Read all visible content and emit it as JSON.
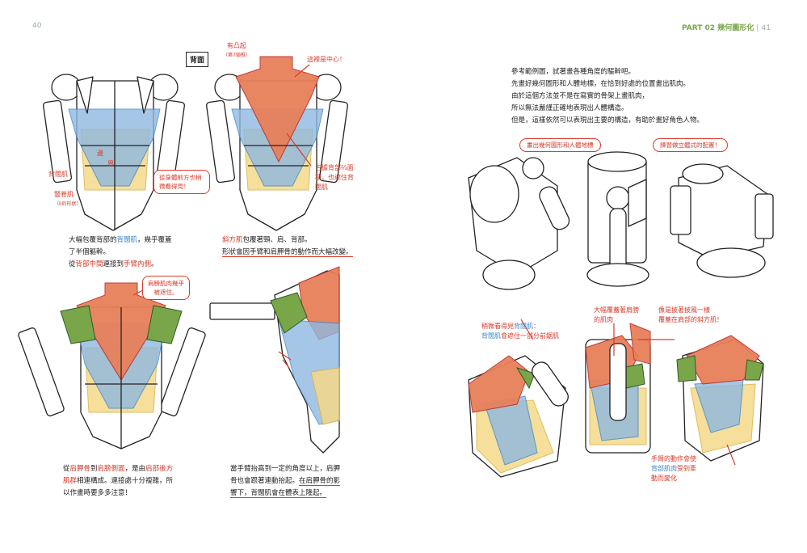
{
  "page": {
    "left_number": "40",
    "right_number": "41",
    "header_part": "PART 02",
    "header_title": "幾何圖形化",
    "header_sep": "|"
  },
  "badge": "背面",
  "labels": {
    "bump": "有凸起",
    "bump_sub": "（第7頸椎）",
    "center": "這裡是中心！",
    "lat": "背闊肌",
    "erector": "豎脊肌",
    "erector_sub": "（II的形狀）",
    "side_visible": "從身體前方也稍微看得見！",
    "wing1": "邊",
    "wing2": "界",
    "occupies1": "占據背部⅔面",
    "occupies2": "積，也遮住背",
    "occupies3": "闊肌",
    "deltoid_hidden1": "肩膀肌肉幾乎",
    "deltoid_hidden2": "被遮住。"
  },
  "captions": {
    "c1_a": "大幅包覆背部的",
    "c1_b": "背闊肌",
    "c1_c": "，幾乎覆蓋",
    "c1_d": "了半個軀幹。",
    "c1_e": "從",
    "c1_f": "背部中間",
    "c1_g": "連接到",
    "c1_h": "手臂內側",
    "c1_i": "。",
    "c2_a": "斜方肌",
    "c2_b": "包覆著頸、肩、背部。",
    "c2_c": "形狀會因手臂和肩胛骨的動作而大幅改變。",
    "c3_a": "從",
    "c3_b": "肩胛骨",
    "c3_c": "到",
    "c3_d": "肩膀側面",
    "c3_e": "，是由",
    "c3_f": "肩部後方",
    "c3_g": "肌群",
    "c3_h": "相連構成。連接處十分複雜，所",
    "c3_i": "以作畫時要多多注意！",
    "c4_a": "當手臂抬高到一定的角度以上，肩胛",
    "c4_b": "骨也會跟著連動抬起。",
    "c4_c": "在肩胛骨的影",
    "c4_d": "響下，背闊肌會在體表上隆起。"
  },
  "right": {
    "intro1": "參考範例圖，試著畫各種角度的驅幹吧。",
    "intro2": "先畫好幾何圖形和人體地標，在恰到好處的位置畫出肌肉。",
    "intro3": "由於這個方法並不是在寫實的骨架上畫肌肉，",
    "intro4": "所以無法嚴謹正確地表現出人體構造。",
    "intro5": "但是，這樣依然可以表現出主要的構造，有助於畫好角色人物。",
    "pill1": "畫出幾何圖形和人體地標",
    "pill2": "練習做立體式的配置！",
    "note1a": "稍微看得見",
    "note1b": "背闊肌",
    "note1c": "：",
    "note1d": "背闊肌",
    "note1e": "會遮住一部分前鋸肌",
    "note2a": "大幅覆蓋著肩膀",
    "note2b": "的肌肉",
    "note3a": "像是披著披風一樣",
    "note3b": "覆蓋在肩部的斜方肌！",
    "note4a": "手臂的動作會使",
    "note4b": "背部肌肉",
    "note4c": "受到牽",
    "note4d": "動而變化"
  },
  "colors": {
    "trapezius": "#e8805a",
    "lat": "#8fb8e0",
    "erector": "#f5d98a",
    "deltoid": "#7aa64a",
    "accent": "#d93a2a",
    "blue": "#3a86c8"
  }
}
